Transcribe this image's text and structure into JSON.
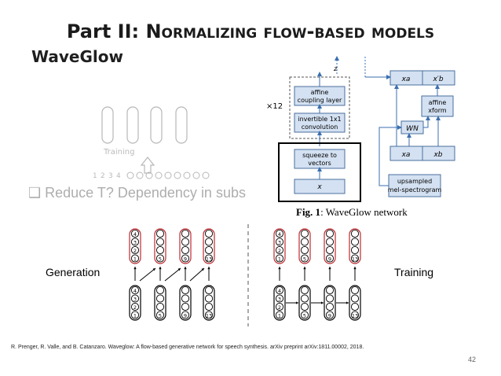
{
  "slide": {
    "title_part": "Part II:",
    "title_rest": "Normalizing flow-based models",
    "subtitle": "WaveGlow",
    "bullet": "❑ Reduce T? Dependency in subs",
    "ghost_label": "Training"
  },
  "figure": {
    "caption_bold": "Fig. 1",
    "caption_text": ": WaveGlow network",
    "repeat_label": "×12",
    "z_label": "z",
    "x_label": "x",
    "affine_coupling": [
      "affine",
      "coupling layer"
    ],
    "inv_conv": [
      "invertible 1x1",
      "convolution"
    ],
    "squeeze": [
      "squeeze to",
      "vectors"
    ],
    "xa_top": "xa",
    "xb_prime": "x′b",
    "affine_xform": [
      "affine",
      "xform"
    ],
    "wn": "WN",
    "xa_bottom": "xa",
    "xb_bottom": "xb",
    "upsampled": [
      "upsampled",
      "mel-spectrogram"
    ]
  },
  "diagram": {
    "generation_label": "Generation",
    "training_label": "Training",
    "col_labels": [
      "1",
      "5",
      "9",
      "13"
    ],
    "stack_labels": [
      "4",
      "3",
      "2",
      "1"
    ],
    "bottom_labels": [
      "1",
      "5",
      "9",
      "13"
    ],
    "ghost_seq": [
      "1",
      "2",
      "3",
      "4"
    ],
    "accent_color": "#c0282d"
  },
  "footer": {
    "citation": "R. Prenger, R. Valle, and B. Catanzaro. Waveglow: A flow-based generative network for speech synthesis. arXiv preprint arXiv:1811.00002, 2018.",
    "page_number": "42"
  }
}
